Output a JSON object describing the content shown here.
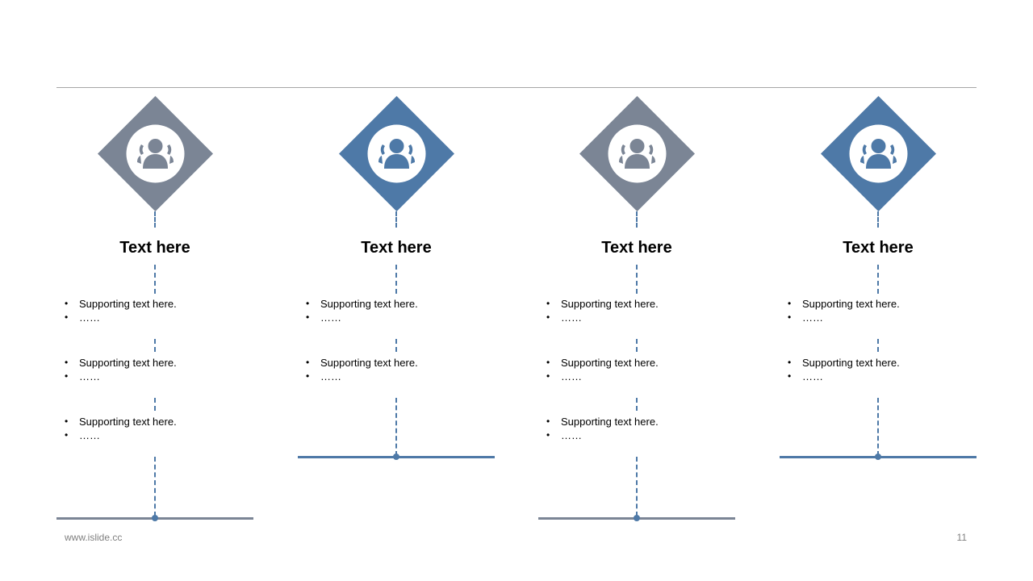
{
  "colors": {
    "gray": "#7b8595",
    "blue": "#4e79a7",
    "rule": "#a6a6a6"
  },
  "columns": [
    {
      "icon": "users-icon",
      "color": "gray",
      "title": "Text here",
      "groups": [
        {
          "items": [
            "Supporting text here.",
            "……"
          ]
        },
        {
          "items": [
            "Supporting text here.",
            "……"
          ]
        },
        {
          "items": [
            "Supporting text here.",
            "……"
          ]
        }
      ]
    },
    {
      "icon": "users-icon",
      "color": "blue",
      "title": "Text here",
      "groups": [
        {
          "items": [
            "Supporting text here.",
            "……"
          ]
        },
        {
          "items": [
            "Supporting text here.",
            "……"
          ]
        }
      ]
    },
    {
      "icon": "users-icon",
      "color": "gray",
      "title": "Text here",
      "groups": [
        {
          "items": [
            "Supporting text here.",
            "……"
          ]
        },
        {
          "items": [
            "Supporting text here.",
            "……"
          ]
        },
        {
          "items": [
            "Supporting text here.",
            "……"
          ]
        }
      ]
    },
    {
      "icon": "users-icon",
      "color": "blue",
      "title": "Text here",
      "groups": [
        {
          "items": [
            "Supporting text here.",
            "……"
          ]
        },
        {
          "items": [
            "Supporting text here.",
            "……"
          ]
        }
      ]
    }
  ],
  "footer": {
    "url": "www.islide.cc",
    "page": "11"
  }
}
